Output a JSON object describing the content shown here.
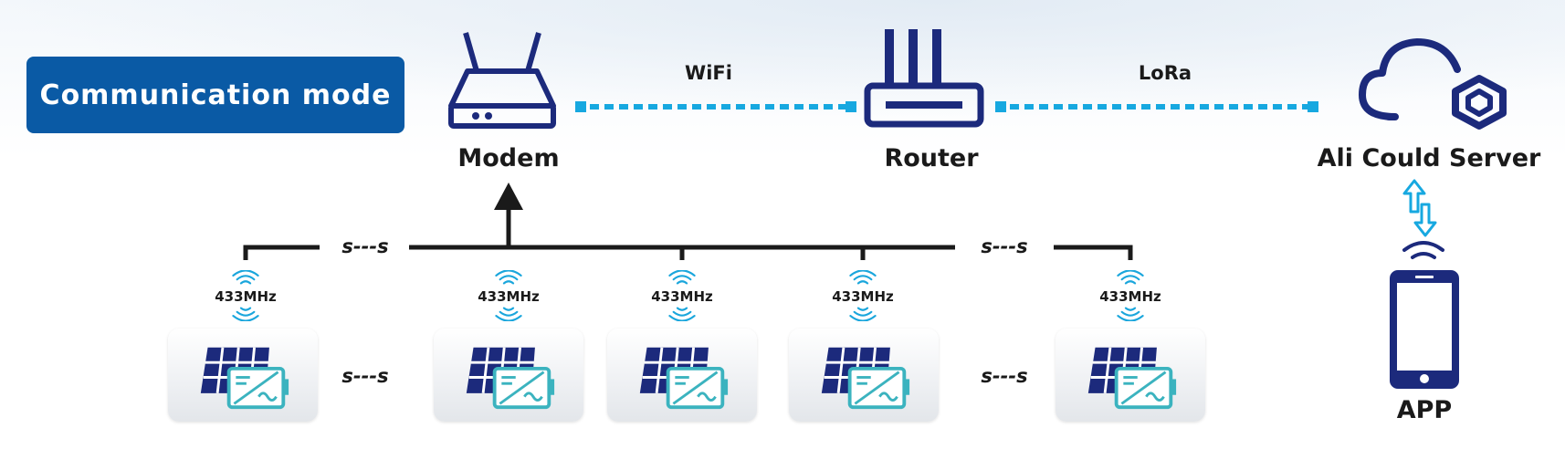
{
  "title": "Communication mode",
  "nodes": {
    "modem": "Modem",
    "router": "Router",
    "cloud": "Ali Could Server",
    "app": "APP"
  },
  "links": {
    "wifi": "WiFi",
    "lora": "LoRa"
  },
  "frequency_labels": [
    "433MHz",
    "433MHz",
    "433MHz",
    "433MHz",
    "433MHz"
  ],
  "break_symbol": "s---s",
  "colors": {
    "title_bg": "#0a5aa5",
    "navy": "#1c2a7c",
    "dashed_line": "#17a8e0",
    "wave": "#1aa6dc",
    "inverter": "#3bb3bf"
  },
  "icons": [
    "modem-icon",
    "router-icon",
    "cloud-server-icon",
    "phone-icon",
    "solar-inverter-icon",
    "wireless-signal-icon",
    "bidirectional-arrow-icon"
  ]
}
